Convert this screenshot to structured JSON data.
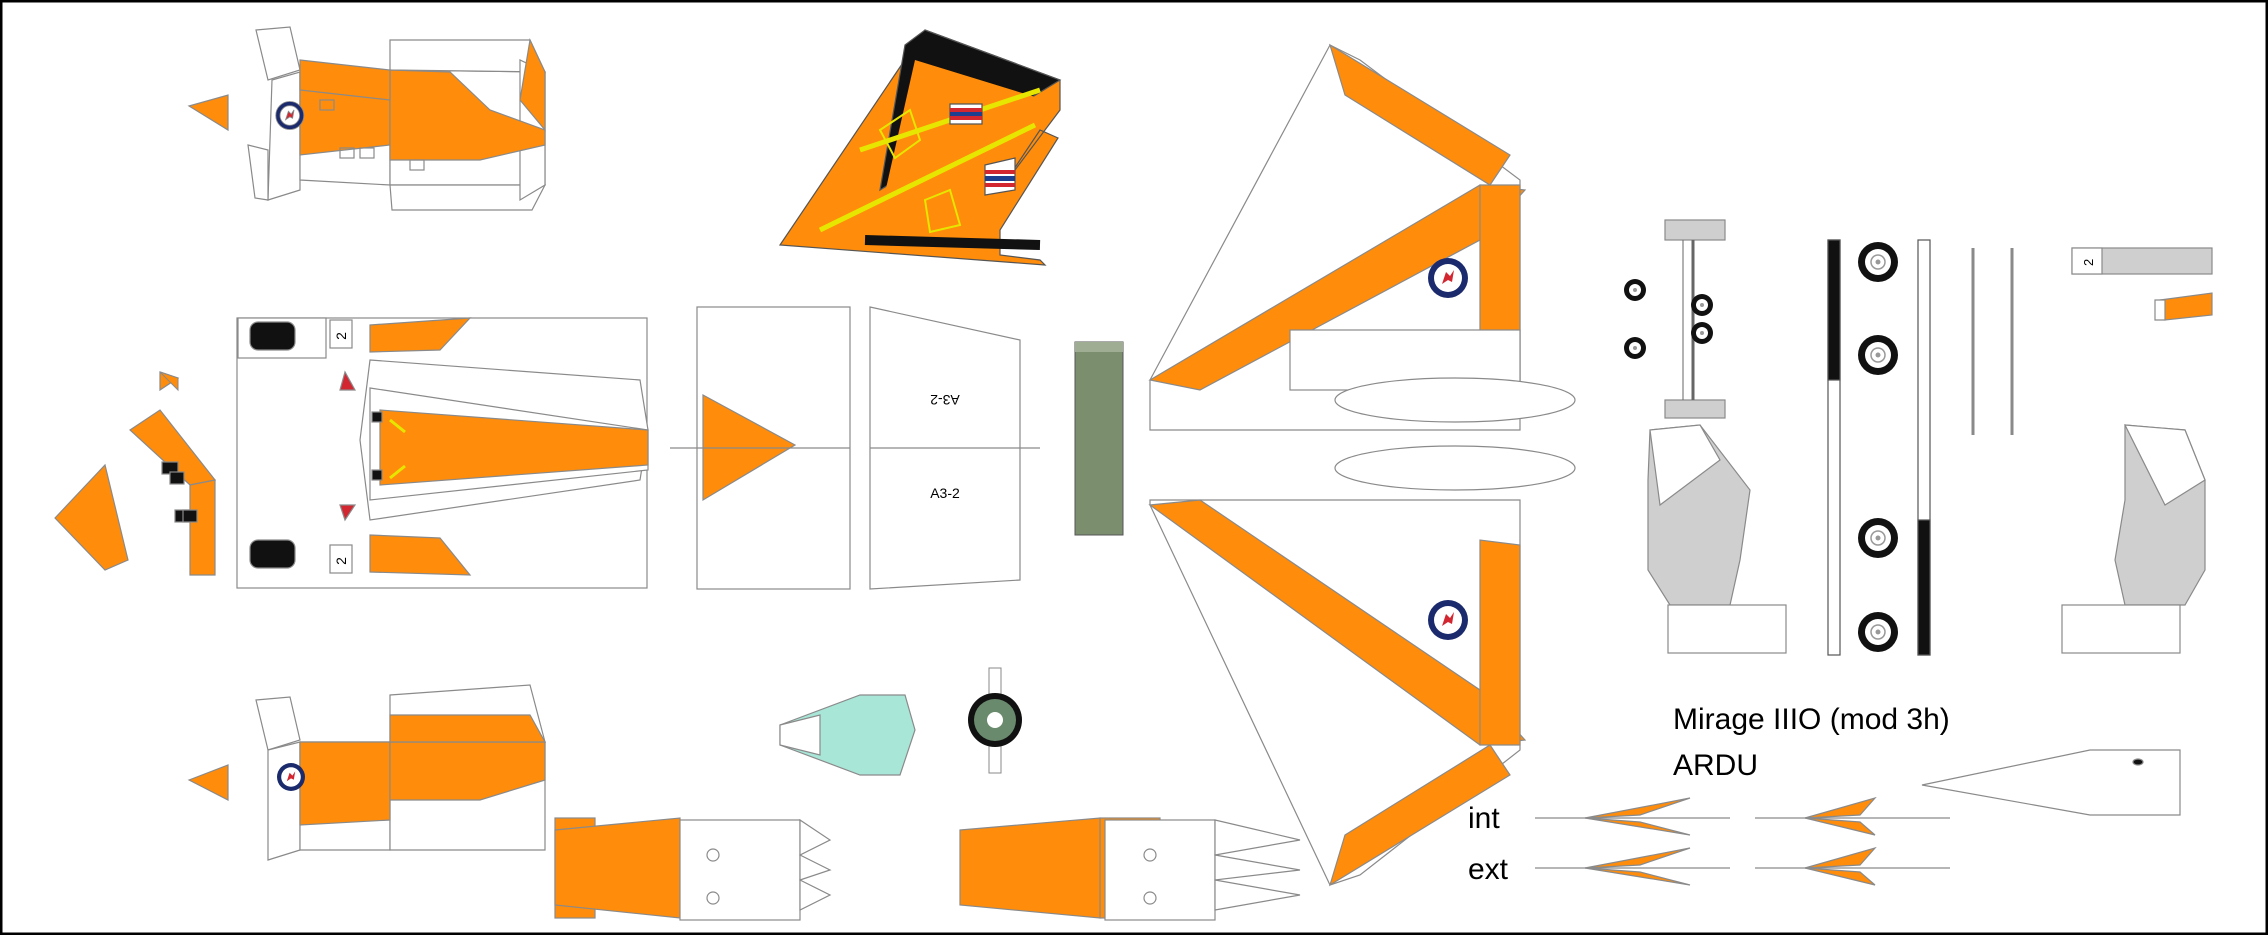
{
  "sheet": {
    "title_line1": "Mirage IIIO (mod 3h)",
    "title_line2": "ARDU",
    "label_int": "int",
    "label_ext": "ext",
    "serial_1": "A3-2",
    "serial_2": "A3-2",
    "number_code": "2"
  },
  "colors": {
    "orange": "#FF8C0A",
    "line": "#8a8a8a",
    "roundel_blue": "#1a2a6c",
    "canopy": "#a8e6d8",
    "grey_part": "#cfcfcf",
    "strip_green": "#7b8f6e",
    "black": "#111111",
    "flag_red": "#d22630",
    "flag_blue": "#1d3f8f"
  },
  "icons": {
    "roundel": "kangaroo-roundel-icon",
    "wheel": "wheel-icon",
    "flag": "thai-flag-icon",
    "badge": "squadron-badge-icon"
  }
}
